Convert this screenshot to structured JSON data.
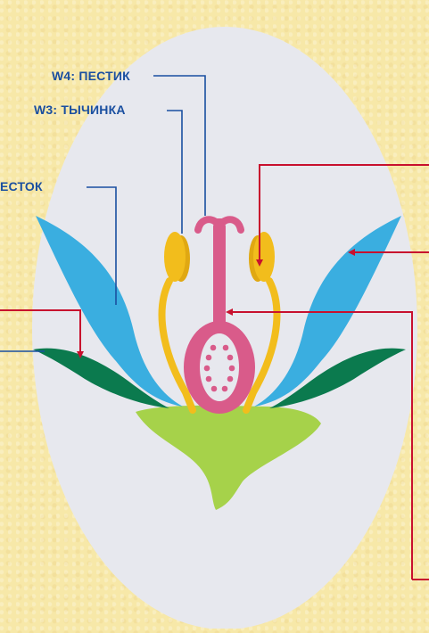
{
  "labels": {
    "pistil": "W4: ПЕСТИК",
    "stamen": "W3: ТЫЧИНКА",
    "petal": "ЕСТОК"
  },
  "colors": {
    "background": "#f7e8a8",
    "ellipse": "#e7e8ee",
    "petal": "#3aaee0",
    "sepal": "#0b7a4e",
    "stamen": "#f2bd1c",
    "pistil": "#d95b8a",
    "receptacle": "#a6d24a",
    "label_line": "#1a4fa0",
    "pointer": "#c8102e"
  }
}
